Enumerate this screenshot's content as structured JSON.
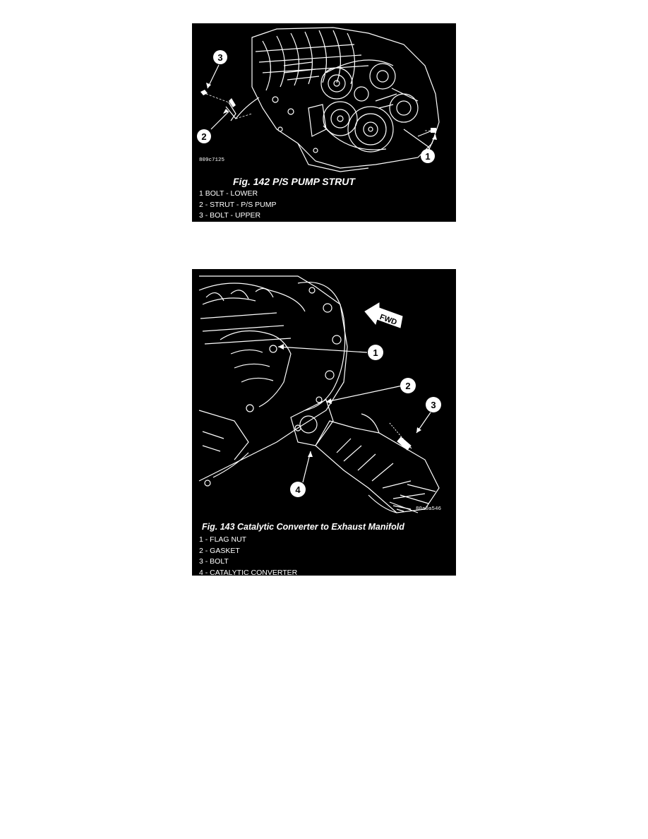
{
  "figures": [
    {
      "title": "Fig. 142 P/S PUMP STRUT",
      "image_code": "809c7125",
      "legend": [
        "1   BOLT - LOWER",
        "2 - STRUT - P/S PUMP",
        "3 - BOLT - UPPER"
      ],
      "callouts": [
        "1",
        "2",
        "3"
      ]
    },
    {
      "title": "Fig. 143 Catalytic Converter to Exhaust Manifold",
      "image_code": "80a0a546",
      "direction_label": "FWD",
      "legend": [
        "1 - FLAG NUT",
        "2 - GASKET",
        "3 - BOLT",
        "4 - CATALYTIC CONVERTER"
      ],
      "callouts": [
        "1",
        "2",
        "3",
        "4"
      ]
    }
  ]
}
